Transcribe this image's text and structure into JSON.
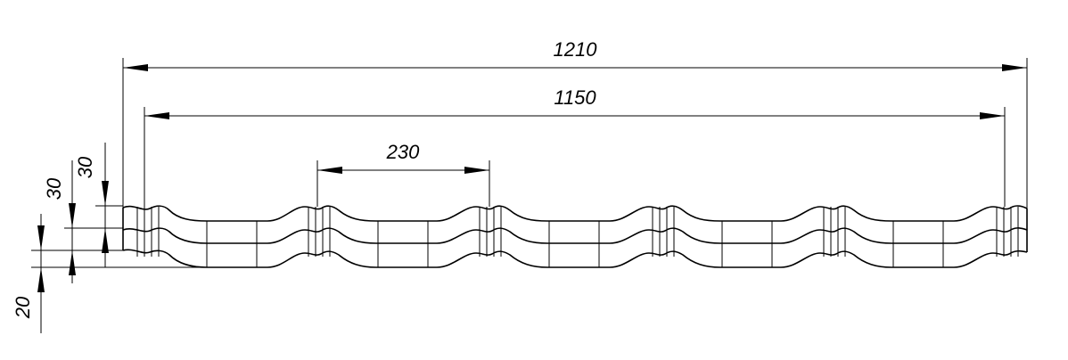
{
  "dimensions": {
    "overall_width": "1210",
    "effective_width": "1150",
    "wave_pitch": "230",
    "step_height_a": "30",
    "step_height_b": "30",
    "bottom_offset": "20"
  },
  "line_color": "#000000"
}
